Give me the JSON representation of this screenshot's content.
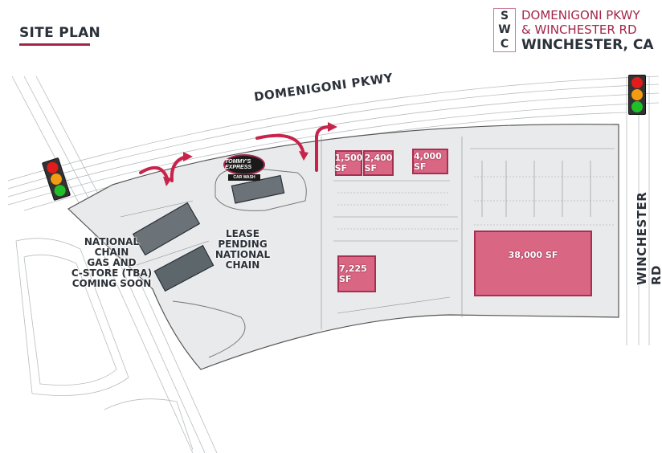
{
  "header": {
    "title": "SITE PLAN",
    "logo_letters": [
      "S",
      "W",
      "C"
    ],
    "address_line1": "DOMENIGONI PKWY",
    "address_line2": "& WINCHESTER RD",
    "address_line3": "WINCHESTER, CA"
  },
  "colors": {
    "accent": "#a3264a",
    "parcel_fill": "#d9607f",
    "text_dark": "#2b3139",
    "site_fill": "#e9eaeb"
  },
  "map": {
    "roads": {
      "north": "DOMENIGONI PKWY",
      "east": "WINCHESTER RD"
    },
    "parcels": [
      {
        "label": "1,500 SF"
      },
      {
        "label": "2,400 SF"
      },
      {
        "label": "4,000 SF"
      },
      {
        "label": "7,225 SF"
      },
      {
        "label": "38,000 SF"
      }
    ],
    "callouts": {
      "gas_station": [
        "NATIONAL",
        "CHAIN",
        "GAS AND",
        "C-STORE (TBA)",
        "COMING SOON"
      ],
      "lease_pending": [
        "LEASE",
        "PENDING",
        "NATIONAL",
        "CHAIN"
      ]
    },
    "tenant_logo": {
      "name": "TOMMY'S EXPRESS",
      "sub": "CAR WASH"
    },
    "traffic_lights": [
      {
        "name": "west-signal",
        "lamps": [
          "red",
          "amber",
          "green"
        ]
      },
      {
        "name": "east-signal",
        "lamps": [
          "red",
          "amber",
          "green"
        ]
      }
    ]
  }
}
